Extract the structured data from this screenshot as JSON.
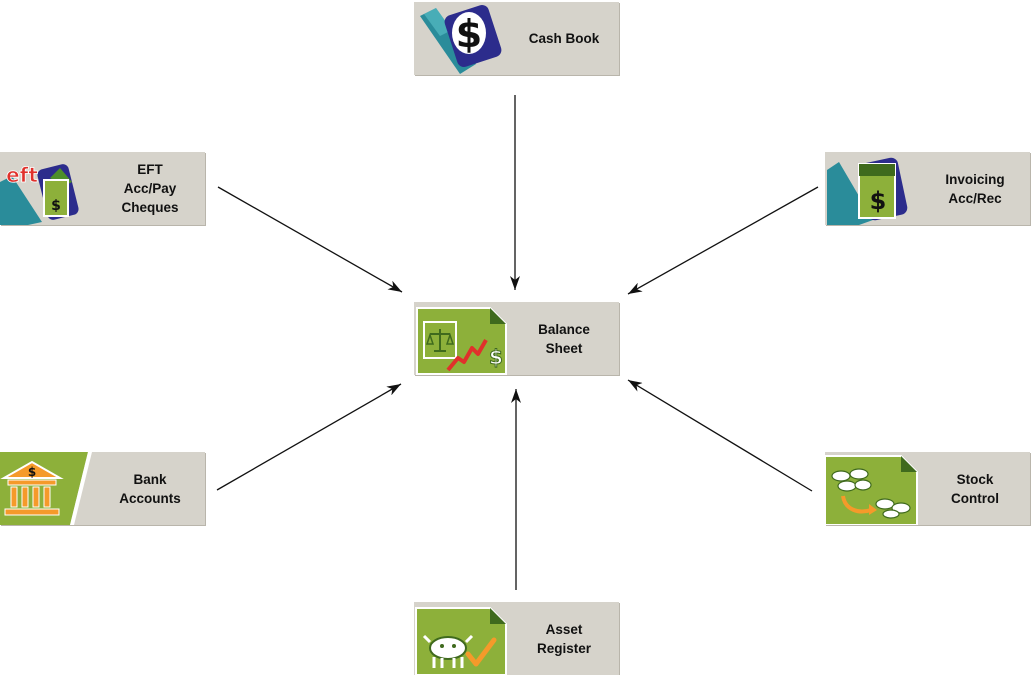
{
  "nodes": {
    "cash_book": {
      "label": "Cash Book",
      "icon": "cash-book-icon"
    },
    "eft": {
      "label": "EFT\nAcc/Pay\nCheques",
      "icon": "eft-icon"
    },
    "invoicing": {
      "label": "Invoicing\nAcc/Rec",
      "icon": "invoice-icon"
    },
    "balance_sheet": {
      "label": "Balance\nSheet",
      "icon": "balance-sheet-icon"
    },
    "bank_accounts": {
      "label": "Bank\nAccounts",
      "icon": "bank-icon"
    },
    "stock_control": {
      "label": "Stock\nControl",
      "icon": "livestock-icon"
    },
    "asset_register": {
      "label": "Asset\nRegister",
      "icon": "asset-icon"
    }
  },
  "edges": [
    {
      "from": "cash_book",
      "to": "balance_sheet"
    },
    {
      "from": "eft",
      "to": "balance_sheet"
    },
    {
      "from": "invoicing",
      "to": "balance_sheet"
    },
    {
      "from": "bank_accounts",
      "to": "balance_sheet"
    },
    {
      "from": "stock_control",
      "to": "balance_sheet"
    },
    {
      "from": "asset_register",
      "to": "balance_sheet"
    }
  ],
  "colors": {
    "box": "#d6d3cb",
    "teal": "#2a8c9a",
    "navy": "#2c2c8c",
    "green": "#8db03a",
    "dark_green": "#3f6a1d",
    "orange": "#f59a2a",
    "red": "#e0312b"
  }
}
